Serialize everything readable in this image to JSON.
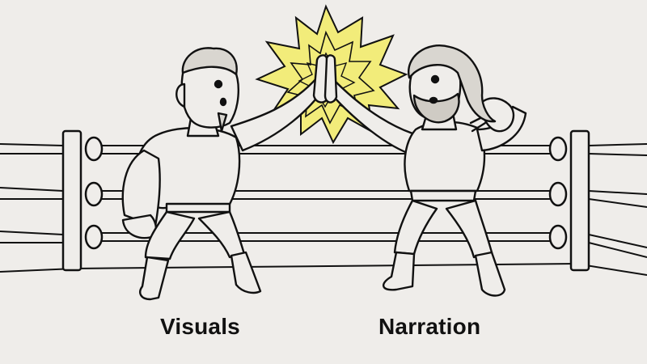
{
  "labels": {
    "left": "Visuals",
    "right": "Narration"
  },
  "colors": {
    "background": "#efedea",
    "ink": "#111111",
    "flash": "#f2ec7a"
  },
  "illustration": {
    "scene": "wrestling-ring",
    "figures": [
      "wrestler-left",
      "wrestler-right"
    ],
    "gesture": "high-five"
  }
}
